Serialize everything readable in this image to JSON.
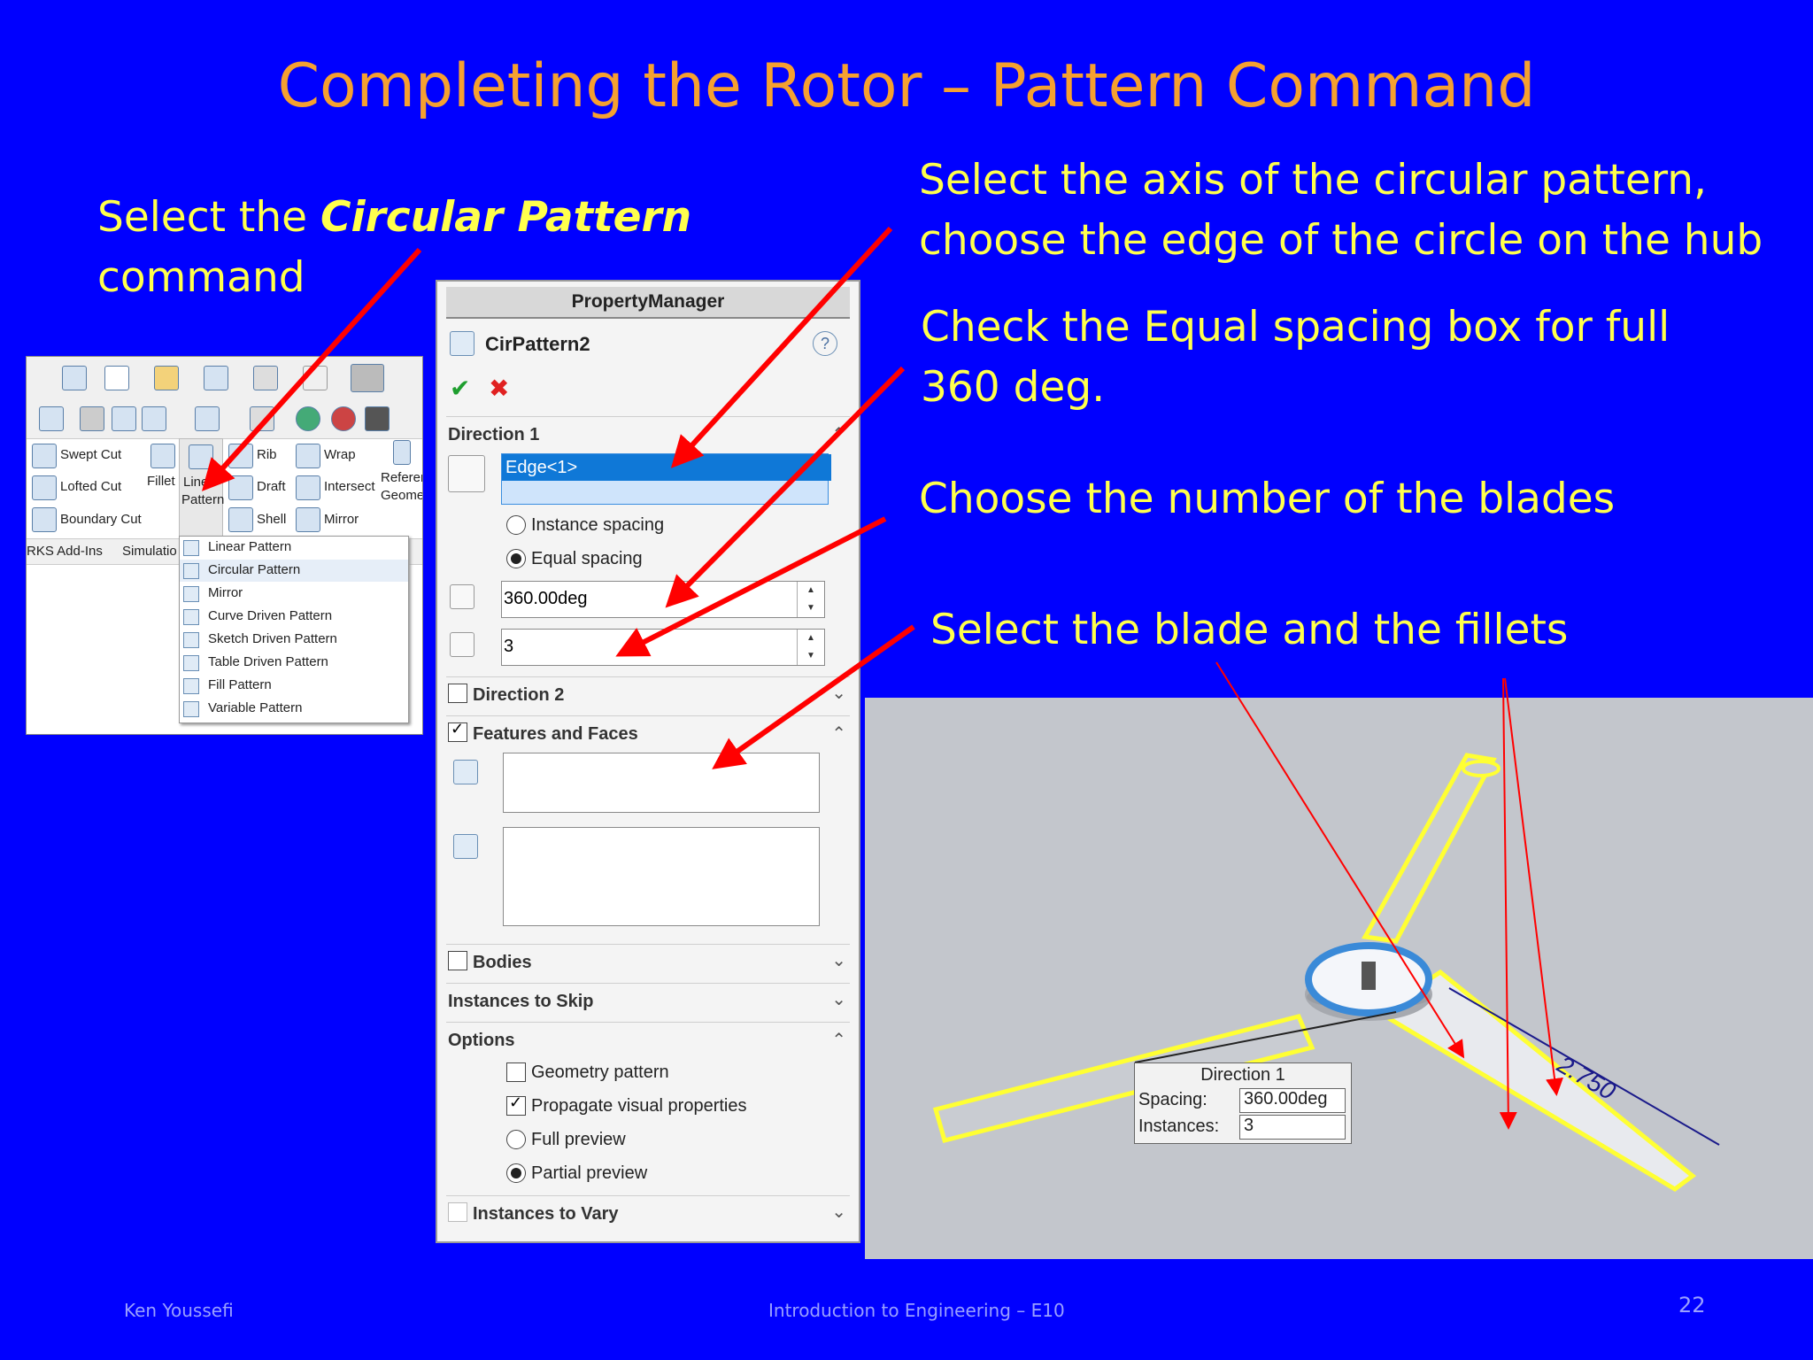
{
  "slide": {
    "title": "Completing the Rotor – Pattern Command",
    "note_circular_pre": "Select the ",
    "note_circular_bold": "Circular Pattern",
    "note_circular_post": "command",
    "note_axis_line1": "Select the axis of the circular pattern,",
    "note_axis_line2": "choose the edge of the circle on the hub",
    "note_equal_line1": "Check the Equal spacing box for full",
    "note_equal_line2": "360 deg.",
    "note_number": "Choose the number of the blades",
    "note_blade": "Select the blade and the fillets",
    "footer_author": "Ken Youssefi",
    "footer_course": "Introduction to Engineering – E10",
    "page_number": "22",
    "colors": {
      "background": "#0000ff",
      "title": "#f5a030",
      "notes": "#ffff4d",
      "arrows": "#ff0000"
    }
  },
  "toolbar": {
    "labels": {
      "swept_cut": "Swept Cut",
      "lofted_cut": "Lofted Cut",
      "boundary_cut": "Boundary Cut",
      "fillet": "Fillet",
      "linear_pattern_1": "Line",
      "linear_pattern_2": "Pattern",
      "rib": "Rib",
      "wrap": "Wrap",
      "draft": "Draft",
      "intersect": "Intersect",
      "shell": "Shell",
      "mirror": "Mirror",
      "reference_1": "Referen",
      "reference_2": "Geome"
    },
    "tabs": {
      "addins": "RKS Add-Ins",
      "simulation": "Simulatio"
    },
    "menu_items": [
      "Linear Pattern",
      "Circular Pattern",
      "Mirror",
      "Curve Driven Pattern",
      "Sketch Driven Pattern",
      "Table Driven Pattern",
      "Fill Pattern",
      "Variable Pattern"
    ]
  },
  "property_manager": {
    "header": "PropertyManager",
    "feature_name": "CirPattern2",
    "help": "?",
    "ok": "✔",
    "cancel": "✖",
    "direction1": "Direction 1",
    "edge_value": "Edge<1>",
    "instance_spacing": "Instance spacing",
    "equal_spacing": "Equal spacing",
    "angle_value": "360.00deg",
    "count_value": "3",
    "direction2": "Direction 2",
    "features_faces": "Features and Faces",
    "bodies": "Bodies",
    "instances_skip": "Instances to Skip",
    "options": "Options",
    "geometry_pattern": "Geometry pattern",
    "propagate": "Propagate visual properties",
    "full_preview": "Full preview",
    "partial_preview": "Partial preview",
    "instances_vary": "Instances to Vary"
  },
  "viewport": {
    "dir_title": "Direction 1",
    "spacing_label": "Spacing:",
    "spacing_value": "360.00deg",
    "instances_label": "Instances:",
    "instances_value": "3",
    "dimension": "2.750"
  }
}
